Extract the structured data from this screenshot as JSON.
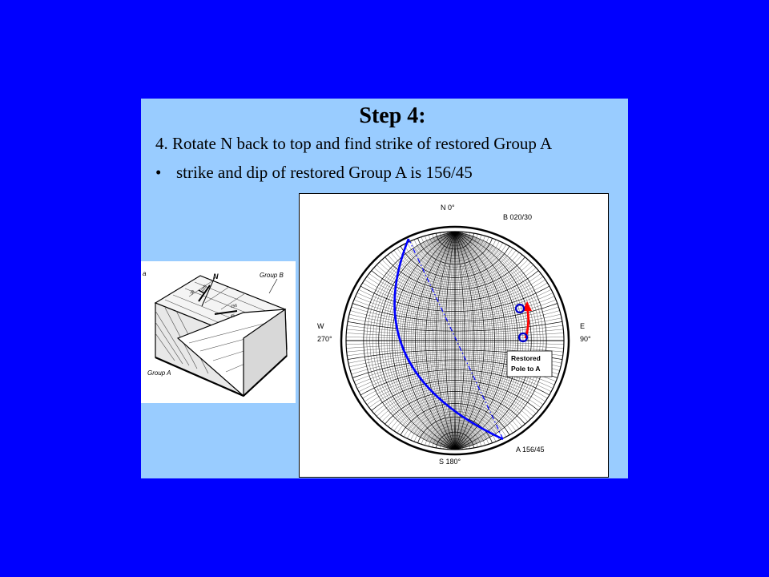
{
  "slide": {
    "title": "Step 4:",
    "instruction": "4. Rotate N back to top and find strike of restored Group A",
    "bullet": "strike and dip of restored Group A is 156/45",
    "bullet_symbol": "•"
  },
  "block_diagram": {
    "corner_label": "a",
    "north_label": "N",
    "group_b_label": "Group B",
    "group_a_label": "Group A",
    "strike_b_label": "020",
    "dip_b_label": "30",
    "strike_a_label": "156",
    "dip_a_label": "45"
  },
  "stereonet": {
    "north_label": "N  0°",
    "south_label": "S 180°",
    "west_label": "W",
    "west_degrees": "270°",
    "east_label": "E",
    "east_degrees": "90°",
    "plane_b_label": "B 020/30",
    "plane_a_label": "A 156/45",
    "pole_box_line1": "Restored",
    "pole_box_line2": "Pole to A",
    "colors": {
      "great_circle": "#0000ff",
      "rotation_arrow": "#ff0000",
      "pole_marker": "#0000cc"
    }
  }
}
